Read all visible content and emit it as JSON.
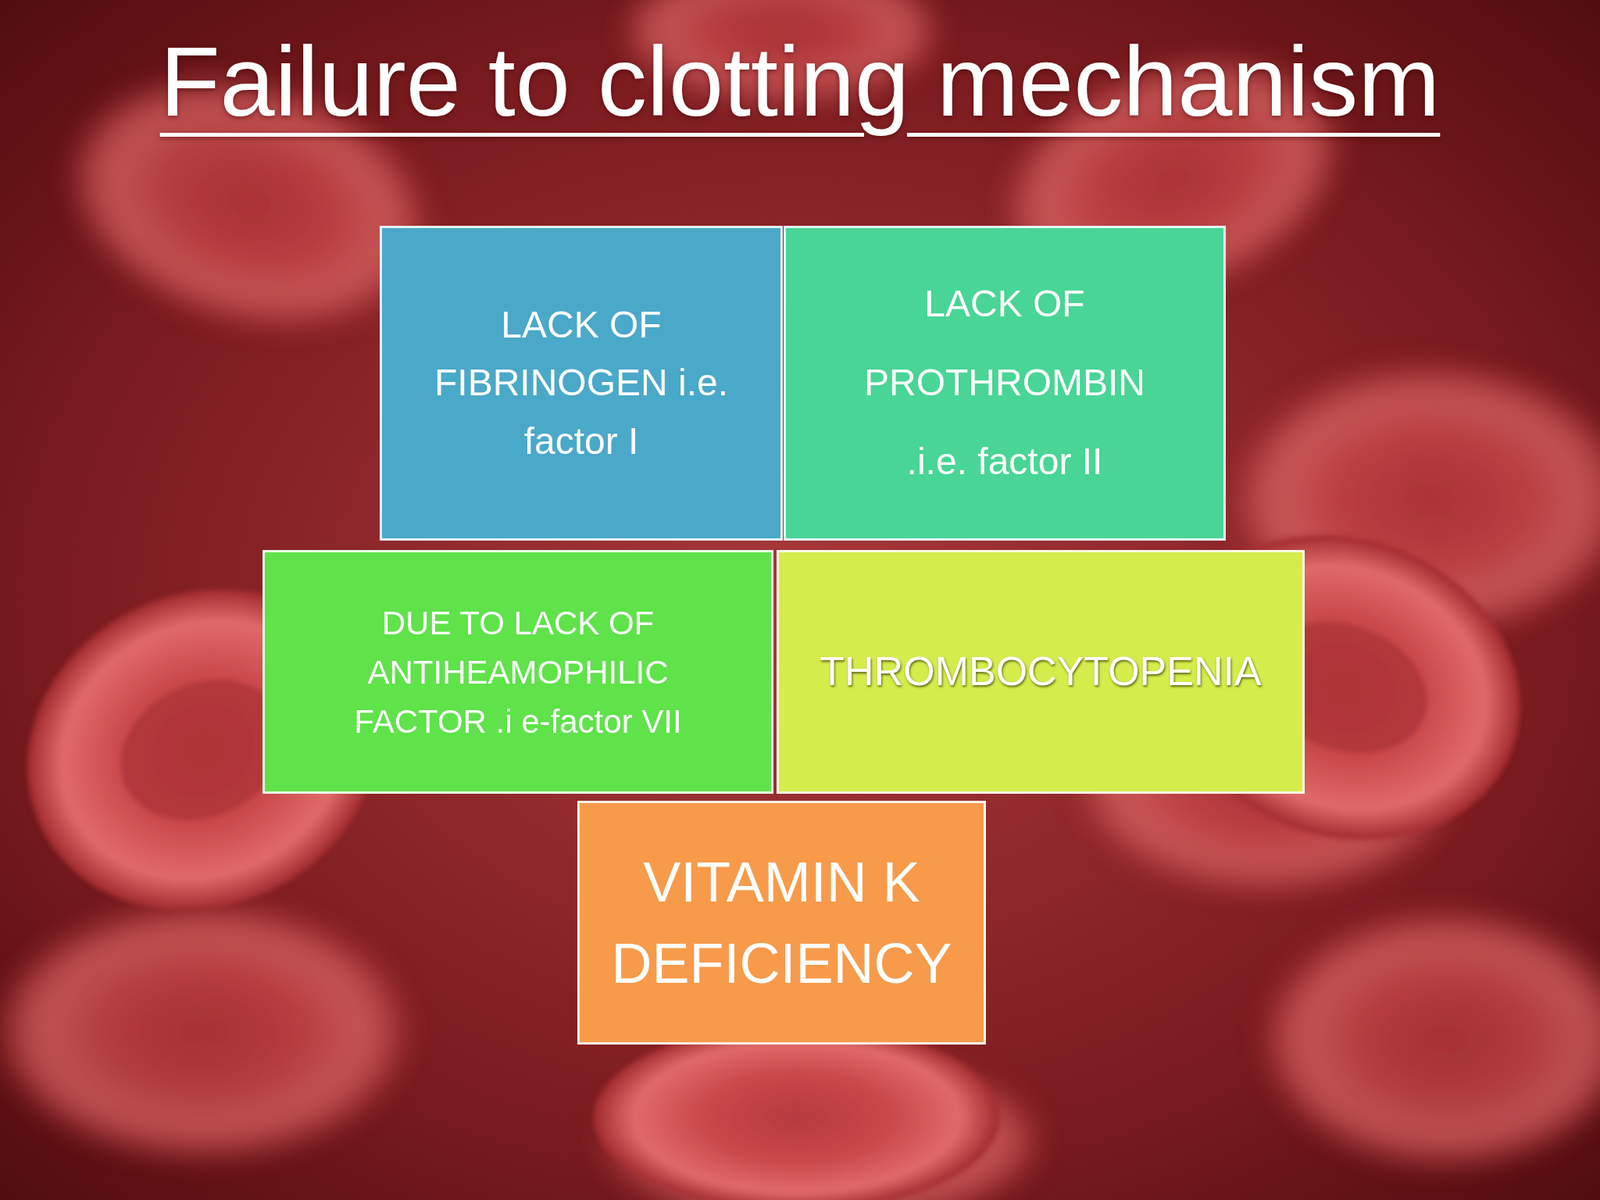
{
  "diagram": {
    "title": "Failure to clotting mechanism",
    "nodes": [
      {
        "text": [
          "LACK OF FIBRINOGEN i.e. factor I"
        ]
      },
      {
        "text": [
          "LACK OF PROTHROMBIN .i.e. factor II"
        ]
      },
      {
        "text": [
          "DUE TO LACK OF ANTIHEAMOPHILIC FACTOR .i e-factor VII"
        ]
      },
      {
        "text": [
          "THROMBOCYTOPENIA"
        ]
      },
      {
        "text": [
          "VITAMIN K DEFICIENCY"
        ]
      }
    ]
  }
}
